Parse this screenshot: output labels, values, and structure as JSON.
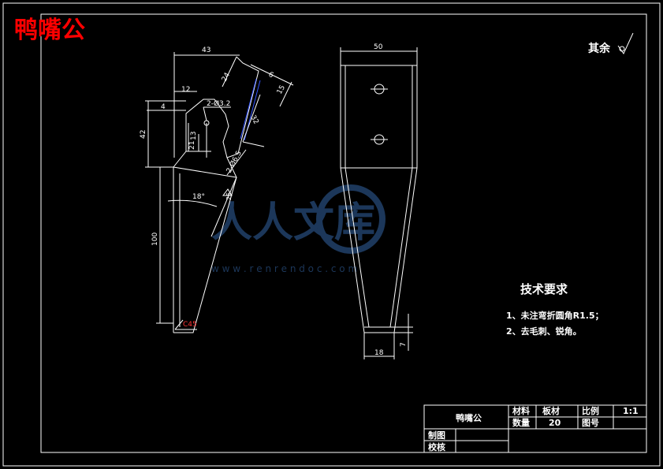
{
  "header": {
    "title": "鸭嘴公"
  },
  "surface_note": {
    "label": "其余"
  },
  "watermark": {
    "main": "人人文库",
    "url": "w w w . r e n r e n d o c . c o m"
  },
  "left_view": {
    "dims": {
      "width_top": "43",
      "d12": "12",
      "d4": "4",
      "d24": "24",
      "d6": "6",
      "d15": "15",
      "holes": "2-Ø3.2",
      "d32": "32",
      "d42": "42",
      "d13": "13",
      "d21": "21",
      "chamfer": "2-Ø6.5",
      "angle": "18°",
      "d100": "100",
      "tip": "C45"
    },
    "flatness_mark": "25"
  },
  "right_view": {
    "dims": {
      "width_top": "50",
      "width_bottom": "18",
      "d7": "7"
    }
  },
  "tech_requirements": {
    "title": "技术要求",
    "items": [
      "1、未注弯折圆角R1.5；",
      "2、去毛刺、锐角。"
    ]
  },
  "title_block": {
    "part_name": "鸭嘴公",
    "material_label": "材料",
    "material_value": "板材",
    "scale_label": "比例",
    "scale_value": "1:1",
    "qty_label": "数量",
    "qty_value": "20",
    "drawing_no_label": "图号",
    "drawn_label": "制图",
    "checked_label": "校核"
  },
  "colors": {
    "background": "#000000",
    "lines": "#ffffff",
    "title_red": "#ff0000",
    "watermark": "#1e3a5f",
    "hidden_blue": "#3355ff"
  }
}
